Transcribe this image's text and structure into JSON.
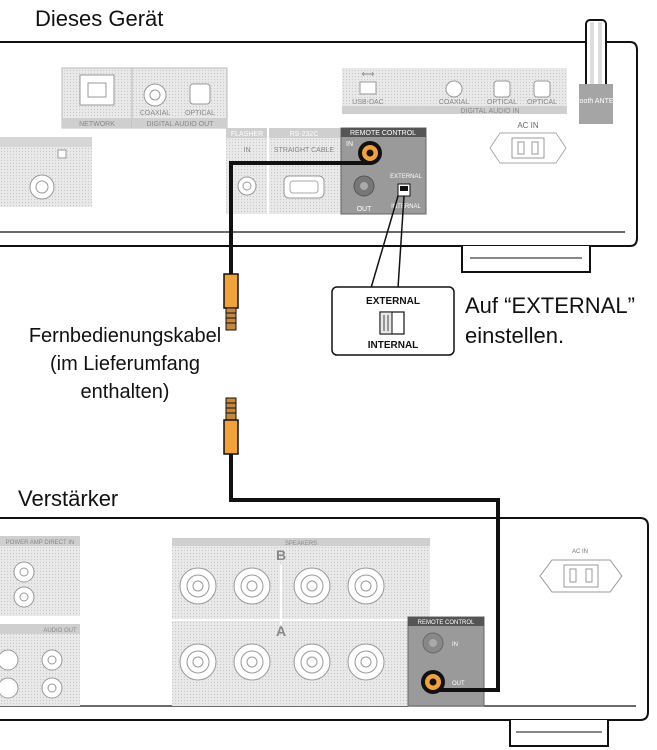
{
  "top_device": {
    "title": "Dieses Gerät",
    "panel_labels": {
      "network": "NETWORK",
      "digital_audio_out": "DIGITAL AUDIO OUT",
      "coaxial_out": "COAXIAL",
      "optical_out": "OPTICAL",
      "flasher": "FLASHER",
      "flasher_in": "IN",
      "rs232c": "RS-232C",
      "straight_cable": "STRAIGHT CABLE",
      "remote_control": "REMOTE CONTROL",
      "rc_in": "IN",
      "rc_out": "OUT",
      "switch_external": "EXTERNAL",
      "switch_internal": "INTERNAL",
      "usb_dac": "USB-DAC",
      "coaxial_in": "COAXIAL",
      "optical_in_1": "OPTICAL",
      "optical_in_2": "OPTICAL",
      "digital_audio_in": "DIGITAL AUDIO IN",
      "ac_in": "AC IN",
      "bluetooth_antenna": "Bluetooth ANTENNA"
    }
  },
  "callout": {
    "switch_external": "EXTERNAL",
    "switch_internal": "INTERNAL",
    "instruction": "Auf “EXTERNAL” einstellen."
  },
  "cable": {
    "label": "Fernbedienungskabel (im Lieferumfang enthalten)"
  },
  "bottom_device": {
    "title": "Verstärker",
    "panel_labels": {
      "power_amp_direct_in": "POWER AMP DIRECT IN",
      "audio_out": "AUDIO OUT",
      "speakers": "SPEAKERS",
      "speaker_b": "B",
      "speaker_a": "A",
      "remote_control": "REMOTE CONTROL",
      "rc_in": "IN",
      "rc_out": "OUT",
      "ac_in": "AC IN"
    }
  },
  "colors": {
    "cable_black": "#111111",
    "rca_orange": "#f2a23a",
    "panel_gray": "#dcdcdc",
    "remote_panel": "#9a9a9a"
  }
}
